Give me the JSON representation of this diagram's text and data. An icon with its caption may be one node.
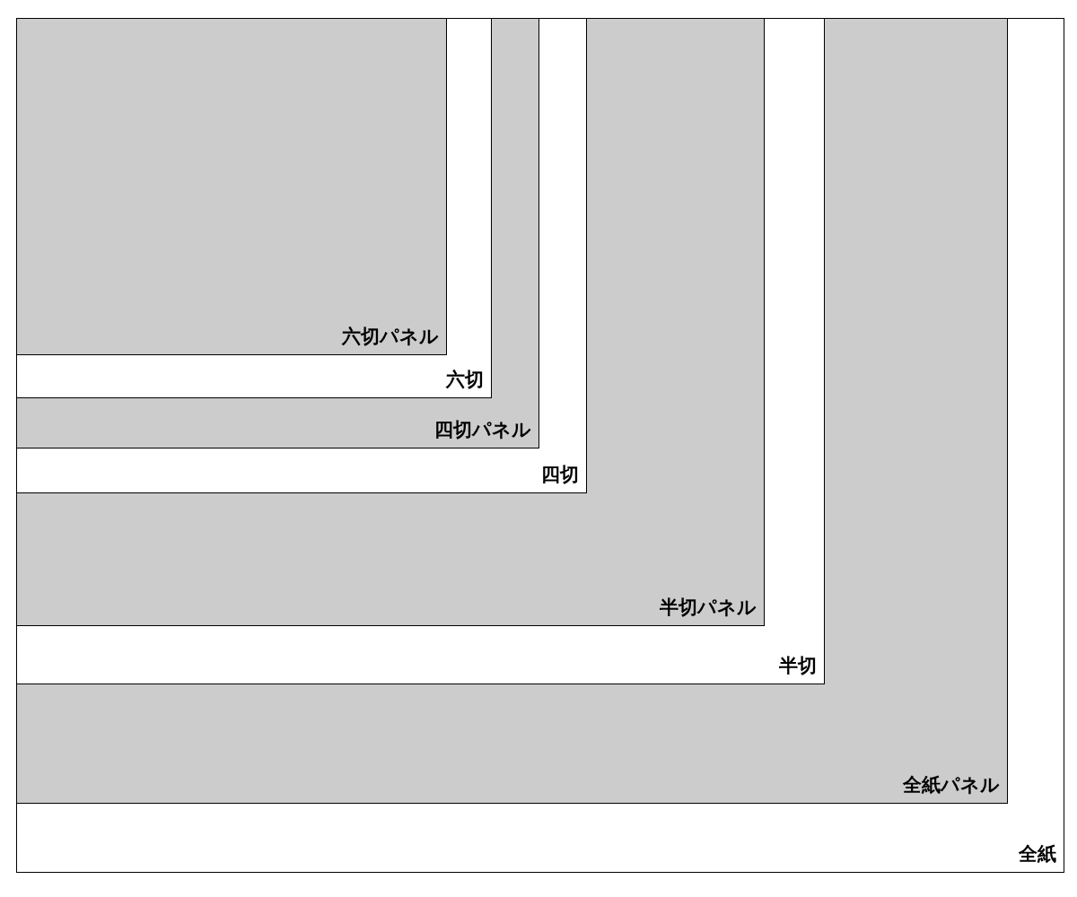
{
  "diagram": {
    "nodes": [
      {
        "text": [
          "全紙"
        ]
      },
      {
        "text": [
          "全紙パネル"
        ],
        "in": 0
      },
      {
        "text": [
          "半切"
        ],
        "in": 1
      },
      {
        "text": [
          "半切パネル"
        ],
        "in": 2
      },
      {
        "text": [
          "四切"
        ],
        "in": 3
      },
      {
        "text": [
          "四切パネル"
        ],
        "in": 4
      },
      {
        "text": [
          "六切"
        ],
        "in": 5
      },
      {
        "text": [
          "六切パネル"
        ],
        "in": 6
      }
    ]
  }
}
